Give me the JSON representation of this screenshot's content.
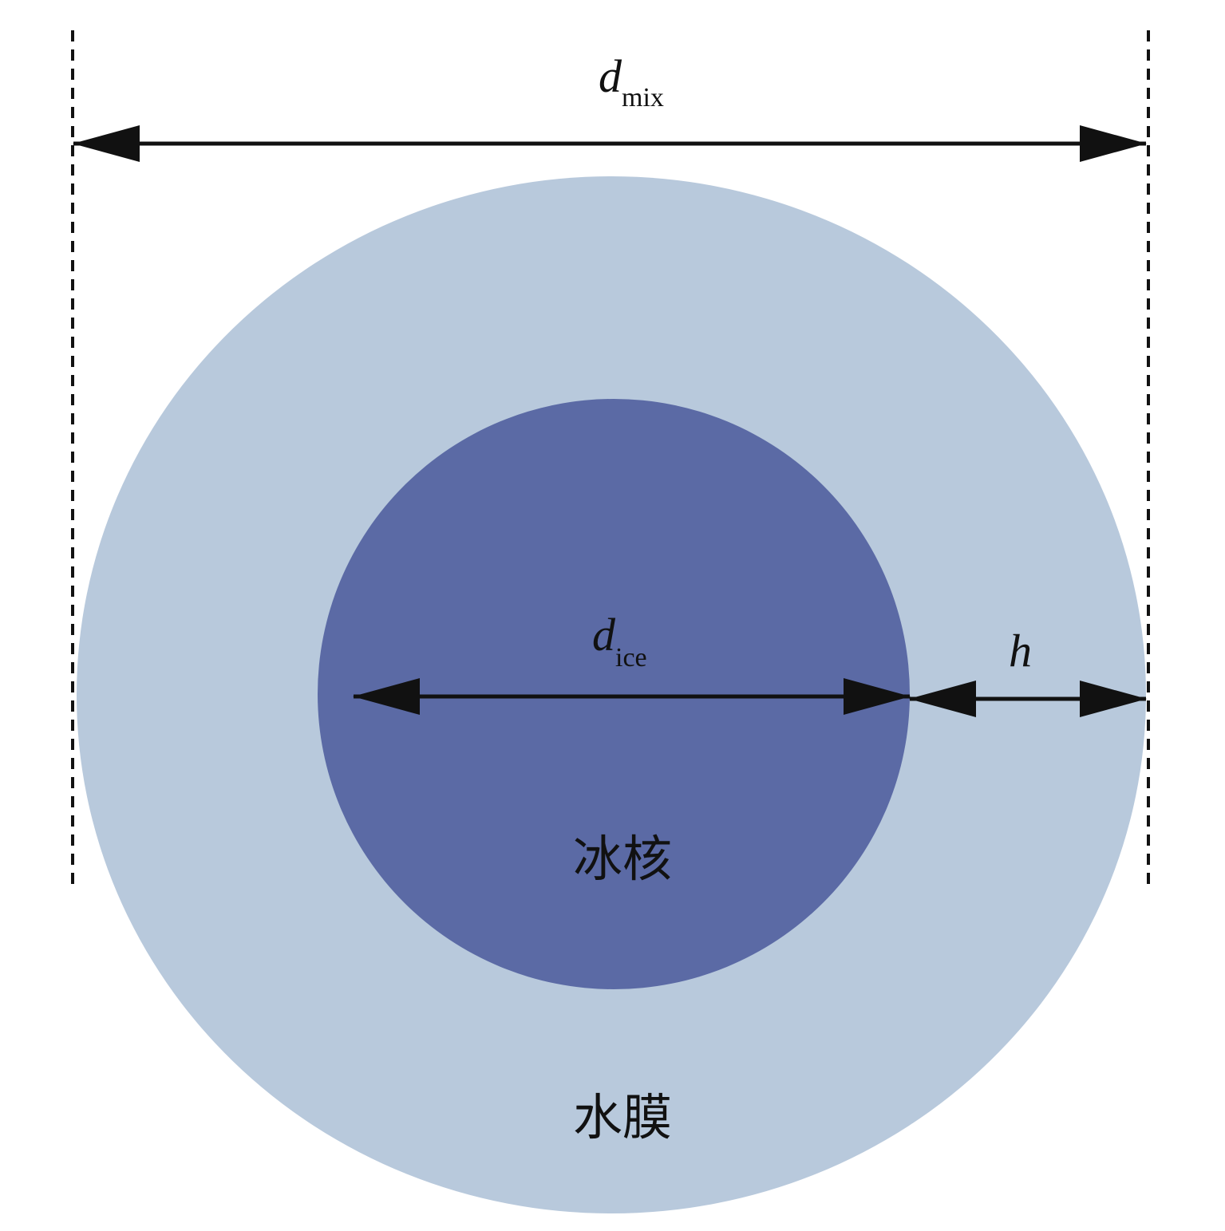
{
  "labels": {
    "d_mix_main": "d",
    "d_mix_sub": "mix",
    "d_ice_main": "d",
    "d_ice_sub": "ice",
    "h": "h",
    "ice_core": "冰核",
    "water_film": "水膜"
  },
  "colors": {
    "water_film": "#b8c9dc",
    "ice_core": "#5b6aa5",
    "arrow": "#111111"
  }
}
